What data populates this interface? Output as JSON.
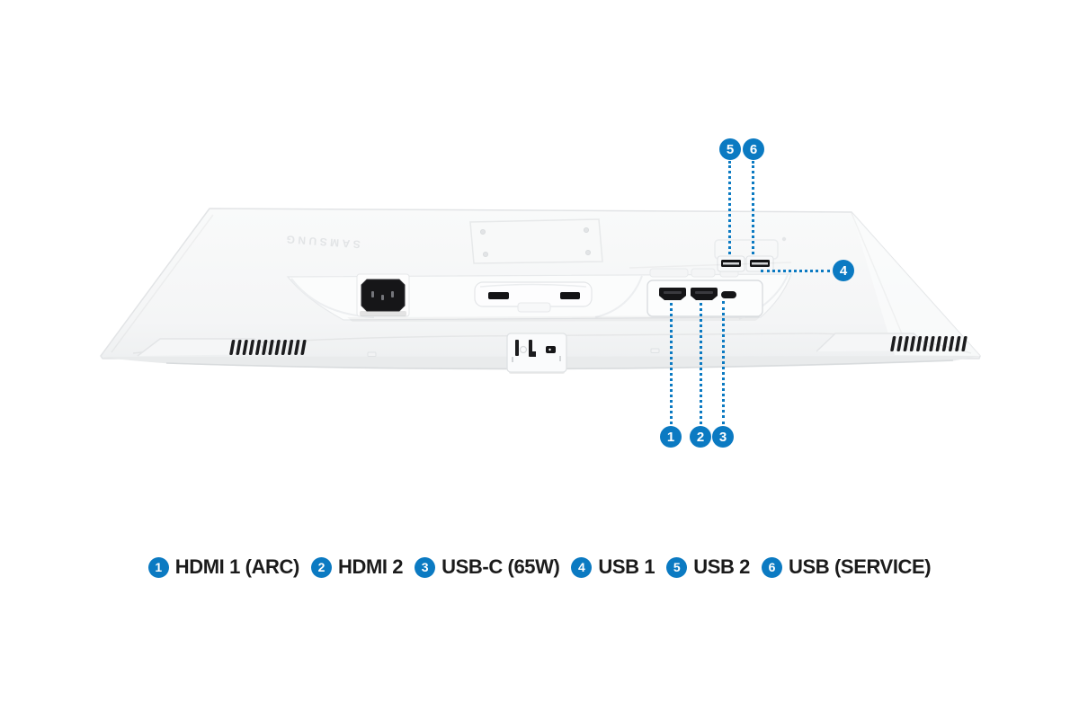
{
  "product": {
    "logo_text": "SAMSUNG"
  },
  "colors": {
    "accent_blue": "#0b7ac2",
    "legend_text": "#1b1b1b",
    "monitor_body": "#f6f7f8",
    "port_black": "#151517",
    "background": "#ffffff"
  },
  "callouts": [
    {
      "number": "1",
      "label": "HDMI 1 (ARC)"
    },
    {
      "number": "2",
      "label": "HDMI 2"
    },
    {
      "number": "3",
      "label": "USB-C (65W)"
    },
    {
      "number": "4",
      "label": "USB 1"
    },
    {
      "number": "5",
      "label": "USB 2"
    },
    {
      "number": "6",
      "label": "USB (SERVICE)"
    }
  ]
}
